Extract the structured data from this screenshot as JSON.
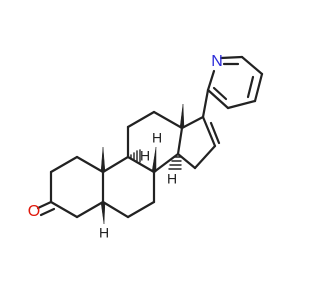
{
  "molecule": {
    "atoms": {
      "nitrogen": {
        "symbol": "N",
        "color": "#2b2bd9"
      },
      "oxygen": {
        "symbol": "O",
        "color": "#e0190c"
      },
      "h8": {
        "symbol": "H"
      },
      "h9": {
        "symbol": "H"
      },
      "h14": {
        "symbol": "H"
      },
      "h5": {
        "symbol": "H"
      }
    },
    "bond_color": "#222222",
    "background": "#ffffff"
  }
}
